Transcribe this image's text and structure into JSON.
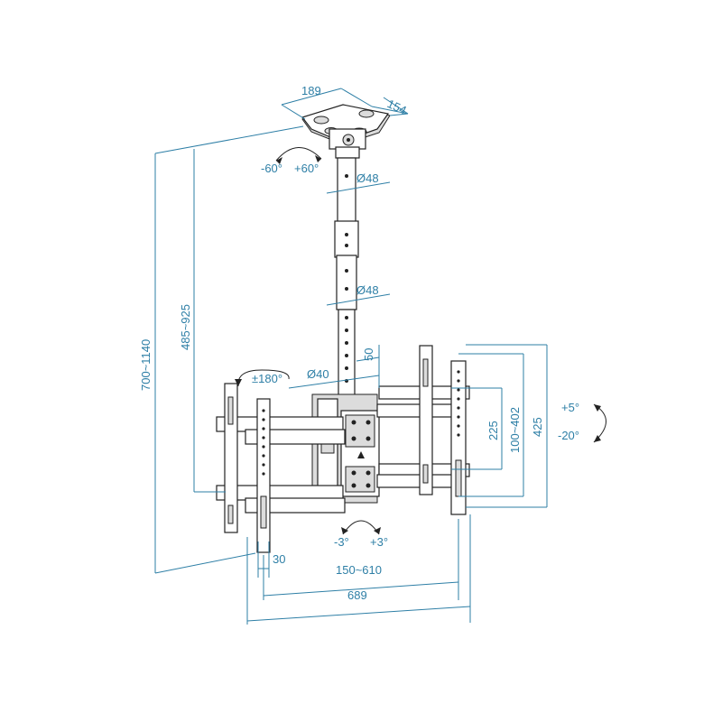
{
  "dimensions": {
    "plate_width": "189",
    "plate_depth": "154",
    "pipe_diameter_upper": "Ø48",
    "pipe_diameter_lower": "Ø48",
    "pipe_diameter_bottom": "Ø40",
    "pipe_offset": "50",
    "total_height": "700~1140",
    "pole_height": "485~925",
    "vesa_height_small": "225",
    "vesa_height_range": "100~402",
    "bracket_height": "425",
    "arm_offset": "30",
    "vesa_width_range": "150~610",
    "total_width": "689"
  },
  "angles": {
    "ceiling_swivel_left": "-60°",
    "ceiling_swivel_right": "+60°",
    "rotation": "±180°",
    "tilt_up": "+5°",
    "tilt_down": "-20°",
    "level_left": "-3°",
    "level_right": "+3°"
  },
  "colors": {
    "dimension_line": "#2e7fa6",
    "hardware_line": "#222222"
  }
}
